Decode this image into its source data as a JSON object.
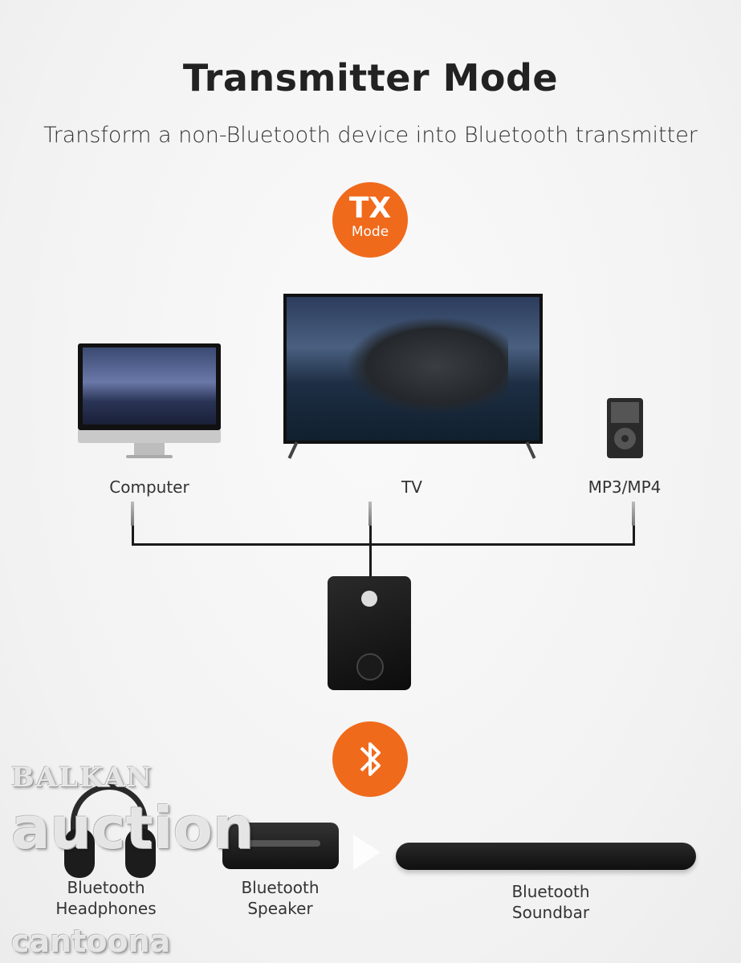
{
  "header": {
    "title": "Transmitter Mode",
    "subtitle": "Transform a non-Bluetooth device into Bluetooth transmitter"
  },
  "tx_badge": {
    "line1": "TX",
    "line2": "Mode"
  },
  "sources": [
    {
      "label": "Computer",
      "icon": "computer-monitor-icon"
    },
    {
      "label": "TV",
      "icon": "tv-icon"
    },
    {
      "label": "MP3/MP4",
      "icon": "mp3-player-icon"
    }
  ],
  "transmitter": {
    "icon": "transmitter-device-icon"
  },
  "bluetooth_badge": {
    "icon": "bluetooth-icon"
  },
  "receivers": [
    {
      "line1": "Bluetooth",
      "line2": "Headphones",
      "icon": "headphones-icon"
    },
    {
      "line1": "Bluetooth",
      "line2": "Speaker",
      "icon": "speaker-icon"
    },
    {
      "line1": "Bluetooth",
      "line2": "Soundbar",
      "icon": "soundbar-icon"
    }
  ],
  "watermark": {
    "line1": "BALKAN",
    "line2": "auction",
    "line3": "cantoona"
  },
  "colors": {
    "accent": "#f06a1c",
    "background": "#f4f4f4",
    "text": "#222222"
  }
}
